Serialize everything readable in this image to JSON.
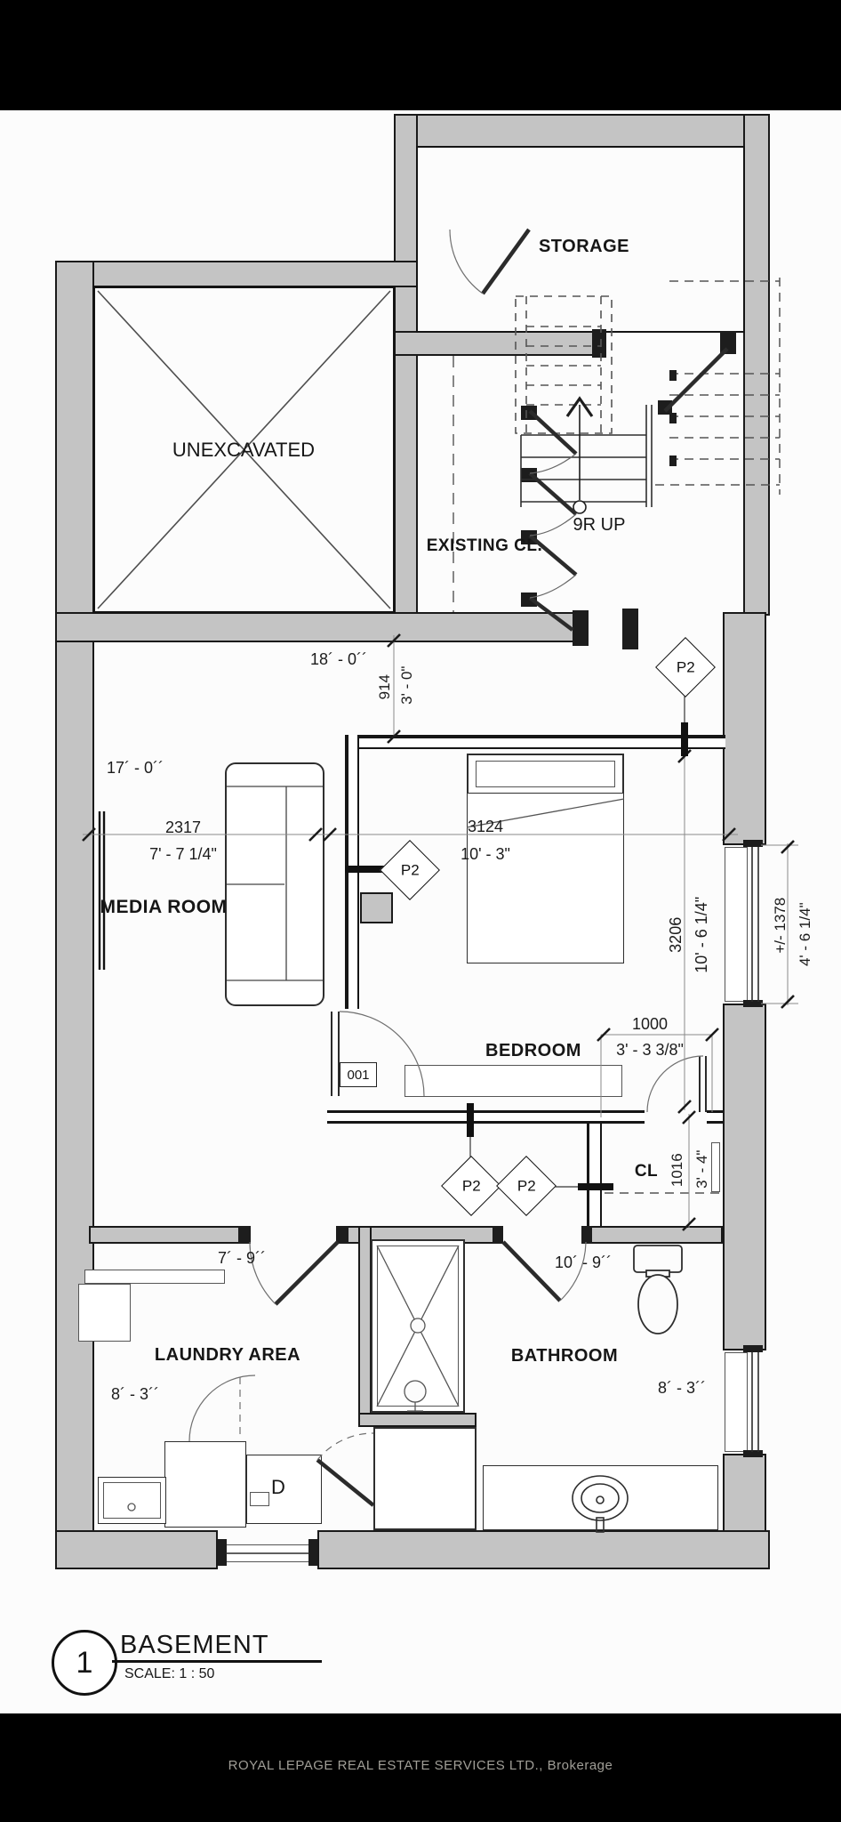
{
  "plan": {
    "rooms": {
      "storage": "STORAGE",
      "unexcavated": "UNEXCAVATED",
      "existing_closet": "EXISTING CL.",
      "media_room": "MEDIA ROOM",
      "bedroom": "BEDROOM",
      "closet": "CL",
      "laundry": "LAUNDRY AREA",
      "bathroom": "BATHROOM"
    },
    "stairs": {
      "up_label": "9R UP"
    },
    "markers": {
      "panel_tag": "P2",
      "door_tag": "001",
      "dryer_tag": "D"
    },
    "dimensions": {
      "hall_width_ft": "18´ - 0´´",
      "hall_depth_mm": "914",
      "hall_depth_ft": "3' - 0\"",
      "media_length_ft": "17´ - 0´´",
      "media_width_mm": "2317",
      "media_width_ft": "7' - 7 1/4\"",
      "bedroom_width_mm": "3124",
      "bedroom_width_ft": "10' - 3\"",
      "bedroom_depth_mm": "3206",
      "bedroom_depth_ft": "10' - 6 1/4\"",
      "window_mm": "+/- 1378",
      "window_ft": "4' - 6 1/4\"",
      "closet_door_mm": "1000",
      "closet_door_ft": "3' - 3 3/8\"",
      "closet_depth_mm": "1016",
      "closet_depth_ft": "3' - 4\"",
      "laundry_door_ft": "7´ - 9´´",
      "bath_door_ft": "10´ - 9´´",
      "laundry_width_ft": "8´ - 3´´",
      "bath_width_ft": "8´ - 3´´"
    },
    "title_block": {
      "sheet_number": "1",
      "title": "BASEMENT",
      "scale": "SCALE:  1 : 50"
    },
    "footer": {
      "brokerage": "ROYAL LEPAGE REAL ESTATE SERVICES LTD., Brokerage"
    },
    "colors": {
      "wall_fill": "#c4c4c4",
      "line": "#1a1a1a",
      "paper": "#fcfcfc",
      "bar": "#000000",
      "footer_text": "#a09e97"
    }
  }
}
